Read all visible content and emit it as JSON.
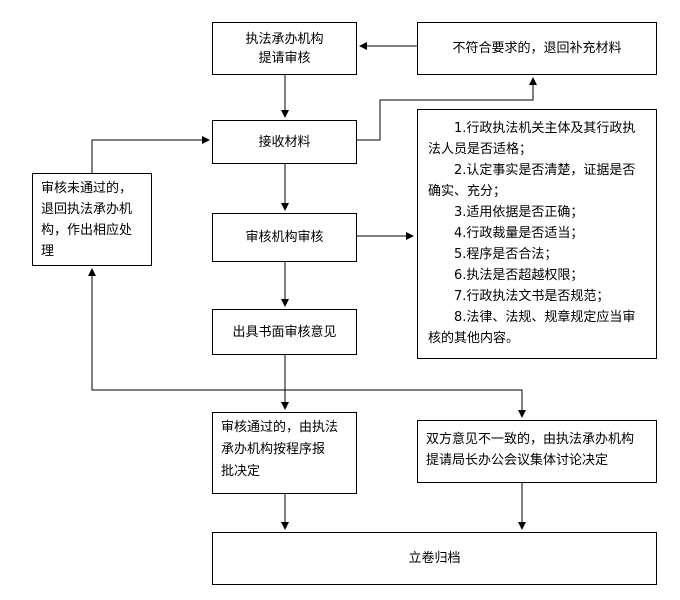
{
  "boxes": {
    "initiate": {
      "lines": [
        "执法承办机构",
        "提请审核"
      ]
    },
    "return_supplement": {
      "lines": [
        "不符合要求的，退回补充材料"
      ]
    },
    "receive": {
      "lines": [
        "接收材料"
      ]
    },
    "review": {
      "lines": [
        "审核机构审核"
      ]
    },
    "opinion": {
      "lines": [
        "出具书面审核意见"
      ]
    },
    "failed": {
      "lines": [
        "审核未通过的，",
        "退回执法承办机",
        "构，作出相应处",
        "理"
      ]
    },
    "criteria": {
      "items": [
        "1.行政执法机关主体及其行政执法人员是否适格；",
        "2.认定事实是否清楚，证据是否确实、充分；",
        "3.适用依据是否正确；",
        "4.行政裁量是否适当；",
        "5.程序是否合法；",
        "6.执法是否超越权限；",
        "7.行政执法文书是否规范；",
        "8.法律、法规、规章规定应当审核的其他内容。"
      ]
    },
    "passed": {
      "lines": [
        "审核通过的，由执法",
        "承办机构按程序报",
        "批决定"
      ]
    },
    "disagree": {
      "lines": [
        "双方意见不一致的，由执法承办机构",
        "提请局长办公会议集体讨论决定"
      ]
    },
    "archive": {
      "lines": [
        "立卷归档"
      ]
    }
  }
}
